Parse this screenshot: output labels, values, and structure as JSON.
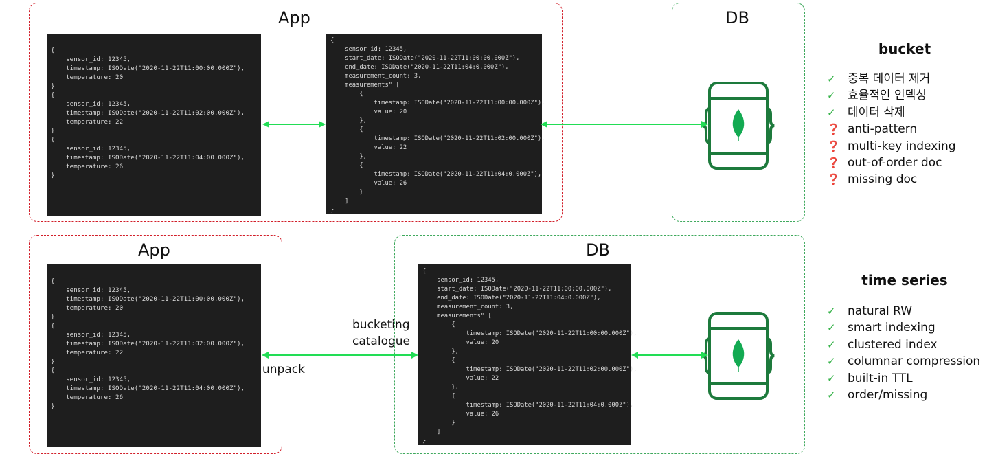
{
  "top": {
    "app_title": "App",
    "db_title": "DB",
    "documents_code": [
      "{",
      "    sensor_id: 12345,",
      "    timestamp: ISODate(\"2020-11-22T11:00:00.000Z\"),",
      "    temperature: 20",
      "}",
      "{",
      "    sensor_id: 12345,",
      "    timestamp: ISODate(\"2020-11-22T11:02:00.000Z\"),",
      "    temperature: 22",
      "}",
      "{",
      "    sensor_id: 12345,",
      "    timestamp: ISODate(\"2020-11-22T11:04:00.000Z\"),",
      "    temperature: 26",
      "}"
    ],
    "bucket_code": [
      "{",
      "    sensor_id: 12345,",
      "    start_date: ISODate(\"2020-11-22T11:00:00.000Z\"),",
      "    end_date: ISODate(\"2020-11-22T11:04:0.000Z\"),",
      "    measurement_count: 3,",
      "    measurements\" [",
      "        {",
      "            timestamp: ISODate(\"2020-11-22T11:00:00.000Z\"),",
      "            value: 20",
      "        },",
      "        {",
      "            timestamp: ISODate(\"2020-11-22T11:02:00.000Z\"),",
      "            value: 22",
      "        },",
      "        {",
      "            timestamp: ISODate(\"2020-11-22T11:04:0.000Z\"),",
      "            value: 26",
      "        }",
      "    ]",
      "}"
    ]
  },
  "bottom": {
    "app_title": "App",
    "db_title": "DB",
    "label_bucketing_1": "bucketing",
    "label_bucketing_2": "catalogue",
    "label_unpack": "unpack",
    "documents_code": [
      "{",
      "    sensor_id: 12345,",
      "    timestamp: ISODate(\"2020-11-22T11:00:00.000Z\"),",
      "    temperature: 20",
      "}",
      "{",
      "    sensor_id: 12345,",
      "    timestamp: ISODate(\"2020-11-22T11:02:00.000Z\"),",
      "    temperature: 22",
      "}",
      "{",
      "    sensor_id: 12345,",
      "    timestamp: ISODate(\"2020-11-22T11:04:00.000Z\"),",
      "    temperature: 26",
      "}"
    ],
    "bucket_code": [
      "{",
      "    sensor_id: 12345,",
      "    start_date: ISODate(\"2020-11-22T11:00:00.000Z\"),",
      "    end_date: ISODate(\"2020-11-22T11:04:0.000Z\"),",
      "    measurement_count: 3,",
      "    measurements\" [",
      "        {",
      "            timestamp: ISODate(\"2020-11-22T11:00:00.000Z\"),",
      "            value: 20",
      "        },",
      "        {",
      "            timestamp: ISODate(\"2020-11-22T11:02:00.000Z\"),",
      "            value: 22",
      "        },",
      "        {",
      "            timestamp: ISODate(\"2020-11-22T11:04:0.000Z\"),",
      "            value: 26",
      "        }",
      "    ]",
      "}"
    ]
  },
  "bucket_panel": {
    "title": "bucket",
    "items": [
      {
        "mark": "✓",
        "status": "ok",
        "text": "중복 데이터 제거"
      },
      {
        "mark": "✓",
        "status": "ok",
        "text": "효율적인 인덱싱"
      },
      {
        "mark": "✓",
        "status": "ok",
        "text": "데이터 삭제"
      },
      {
        "mark": "❓",
        "status": "question",
        "text": "anti-pattern"
      },
      {
        "mark": "❓",
        "status": "question",
        "text": "multi-key indexing"
      },
      {
        "mark": "❓",
        "status": "question",
        "text": "out-of-order doc"
      },
      {
        "mark": "❓",
        "status": "question",
        "text": "missing doc"
      }
    ]
  },
  "timeseries_panel": {
    "title": "time series",
    "items": [
      {
        "mark": "✓",
        "status": "ok",
        "text": "natural RW"
      },
      {
        "mark": "✓",
        "status": "ok",
        "text": "smart indexing"
      },
      {
        "mark": "✓",
        "status": "ok",
        "text": "clustered index"
      },
      {
        "mark": "✓",
        "status": "ok",
        "text": "columnar compression"
      },
      {
        "mark": "✓",
        "status": "ok",
        "text": "built-in TTL"
      },
      {
        "mark": "✓",
        "status": "ok",
        "text": "order/missing"
      }
    ]
  },
  "colors": {
    "app_border": "#d21f2a",
    "db_border": "#3fa95d",
    "arrow": "#22dd55",
    "mongo_icon": "#1d7a3c",
    "leaf": "#13aa52",
    "check": "#37b34a",
    "question": "#d8201f"
  },
  "icons": {
    "database": "mongodb-database-icon",
    "check": "check-icon",
    "question": "question-mark-icon"
  }
}
